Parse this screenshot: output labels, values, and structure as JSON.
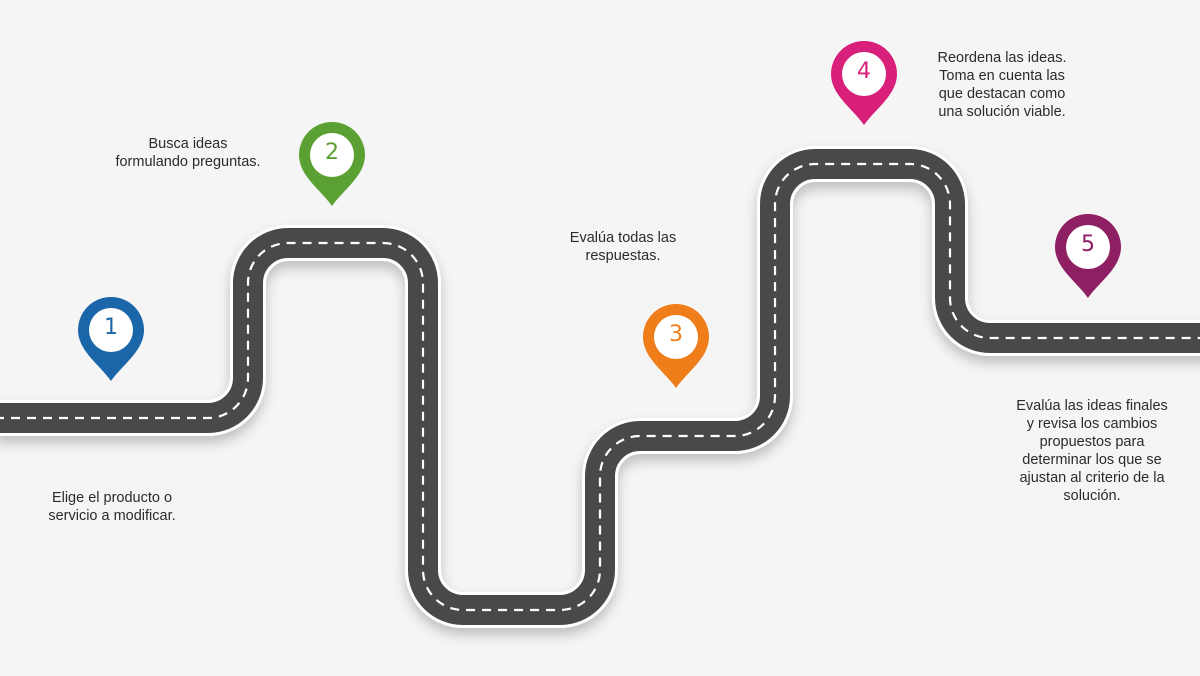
{
  "steps": [
    {
      "number": "1",
      "color": "#1a66a8",
      "text": "Elige el producto o\nservicio a modificar."
    },
    {
      "number": "2",
      "color": "#5aa032",
      "text": "Busca ideas\nformulando preguntas."
    },
    {
      "number": "3",
      "color": "#ee7d1a",
      "text": "Evalúa todas las\nrespuestas."
    },
    {
      "number": "4",
      "color": "#d81f7a",
      "text": "Reordena las ideas.\nToma en cuenta las\nque destacan como\nuna solución viable."
    },
    {
      "number": "5",
      "color": "#8e1f63",
      "text": "Evalúa las ideas finales\ny revisa los cambios\npropuestos para\ndeterminar los que se\najustan al criterio de la\nsolución."
    }
  ],
  "icons": {
    "pin": "map-pin-icon"
  },
  "colors": {
    "road": "#4a4a4a",
    "road_edge": "#ffffff",
    "lane": "#ffffff",
    "background": "#f5f5f5"
  }
}
